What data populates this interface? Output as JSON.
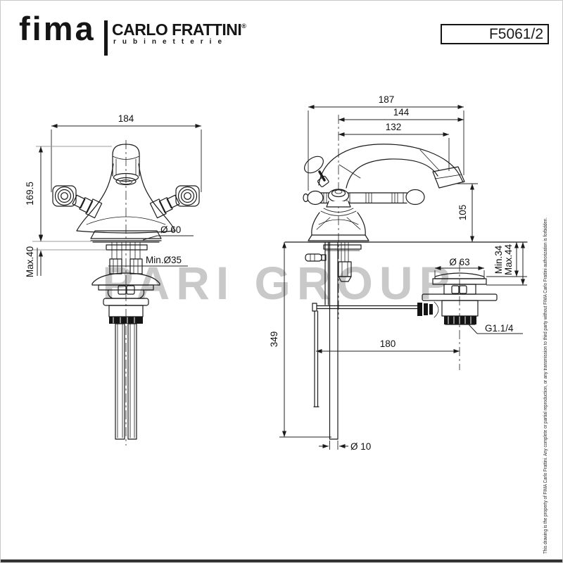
{
  "header": {
    "brand": "fima",
    "brand_sub": "CARLO FRATTINI",
    "reg_mark": "®",
    "tagline": "rubinetterie",
    "part_number": "F5061/2"
  },
  "watermark": "PARI GROUP",
  "legal_note": "This drawing is the property of FIMA Carlo Frattini. Any complete or partial reproduction, or any transmission to third party without FIMA Carlo Frattini authorization is forbidden.",
  "front_view": {
    "dim_width": "184",
    "dim_height": "169.5",
    "dim_deck_thickness": "Max.40",
    "dim_base_diameter": "Ø 60",
    "dim_hole_diameter": "Min.Ø35"
  },
  "side_view": {
    "dim_total_depth": "187",
    "dim_body_depth": "144",
    "dim_spout_reach": "132",
    "dim_spout_height": "105",
    "dim_waste_flange": "Ø 63",
    "dim_deck_min": "Min.34",
    "dim_deck_max": "Max.44",
    "dim_waste_thread": "G1.1/4",
    "dim_rod_offset": "180",
    "dim_hose_length": "349",
    "dim_hose_diameter": "Ø 10"
  }
}
